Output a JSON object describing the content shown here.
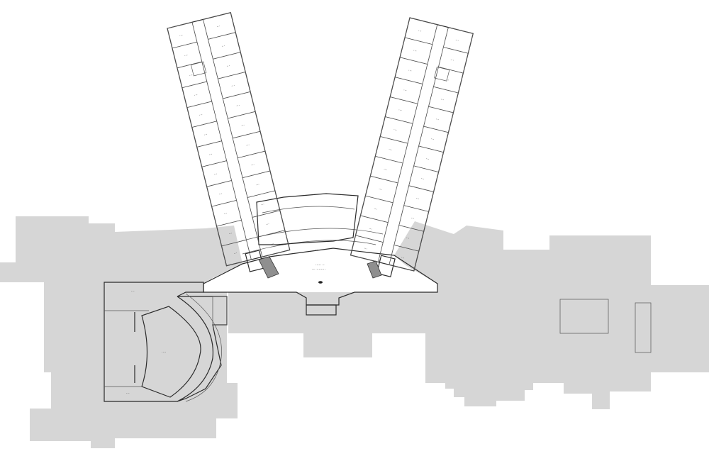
{
  "map": {
    "background_color": "#ffffff",
    "grey_area_color": "#d6d6d6",
    "wall_color": "#2b2b2b",
    "labels_legible": false
  },
  "left_wing": {
    "rooms_left_column": 12,
    "rooms_right_column": 12,
    "stair_count": 2
  },
  "right_wing": {
    "rooms_left_column": 12,
    "rooms_right_column": 12,
    "stair_count": 2
  },
  "lobby": {
    "label": ""
  },
  "auditorium": {
    "label": ""
  }
}
